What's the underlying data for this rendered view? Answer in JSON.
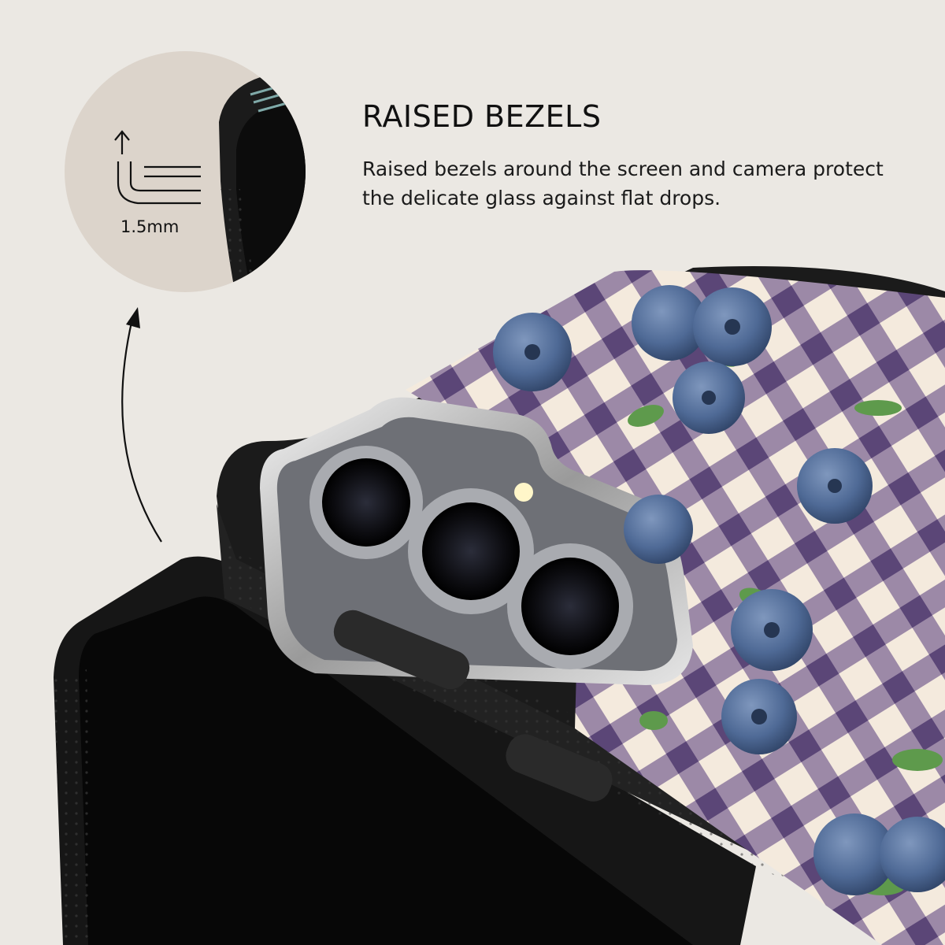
{
  "feature": {
    "title": "RAISED BEZELS",
    "description": "Raised bezels around the screen and camera protect the delicate glass against flat drops.",
    "measurement": "1.5mm"
  },
  "colors": {
    "background": "#ebe8e3",
    "circle": "#dcd4cb",
    "case": "#1b1b1b",
    "gingham_base": "#f4eadd",
    "gingham_band": "#86719a",
    "gingham_cross": "#5b4677",
    "berry": "#4f6a96",
    "leaf": "#5e9a4c"
  },
  "icons": [
    "bezel-profile-icon",
    "arrow-up-icon",
    "curved-arrow-icon"
  ]
}
